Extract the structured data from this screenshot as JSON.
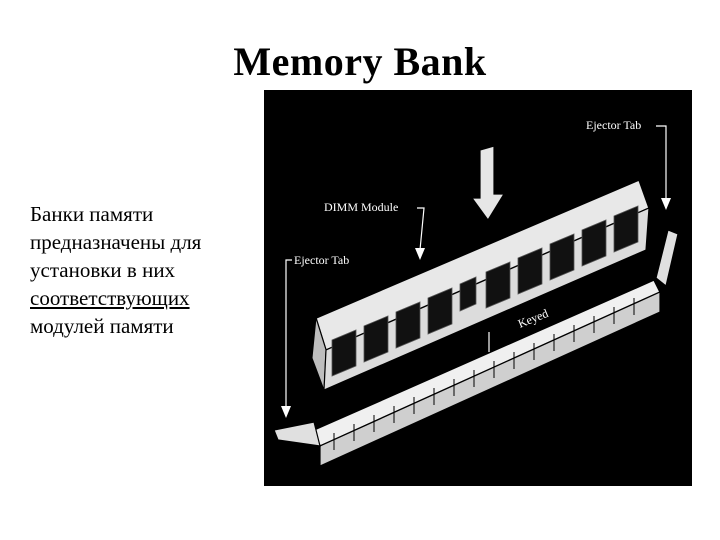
{
  "slide": {
    "title": "Memory Bank",
    "body_lines": [
      "Банки памяти",
      "предназначены для",
      "установки в них",
      "соответствующих",
      "модулей памяти"
    ]
  },
  "figure": {
    "labels": {
      "ejector_tab_top": "Ejector Tab",
      "dimm_module": "DIMM Module",
      "ejector_tab_left": "Ejector Tab",
      "keyed": "Keyed"
    }
  }
}
